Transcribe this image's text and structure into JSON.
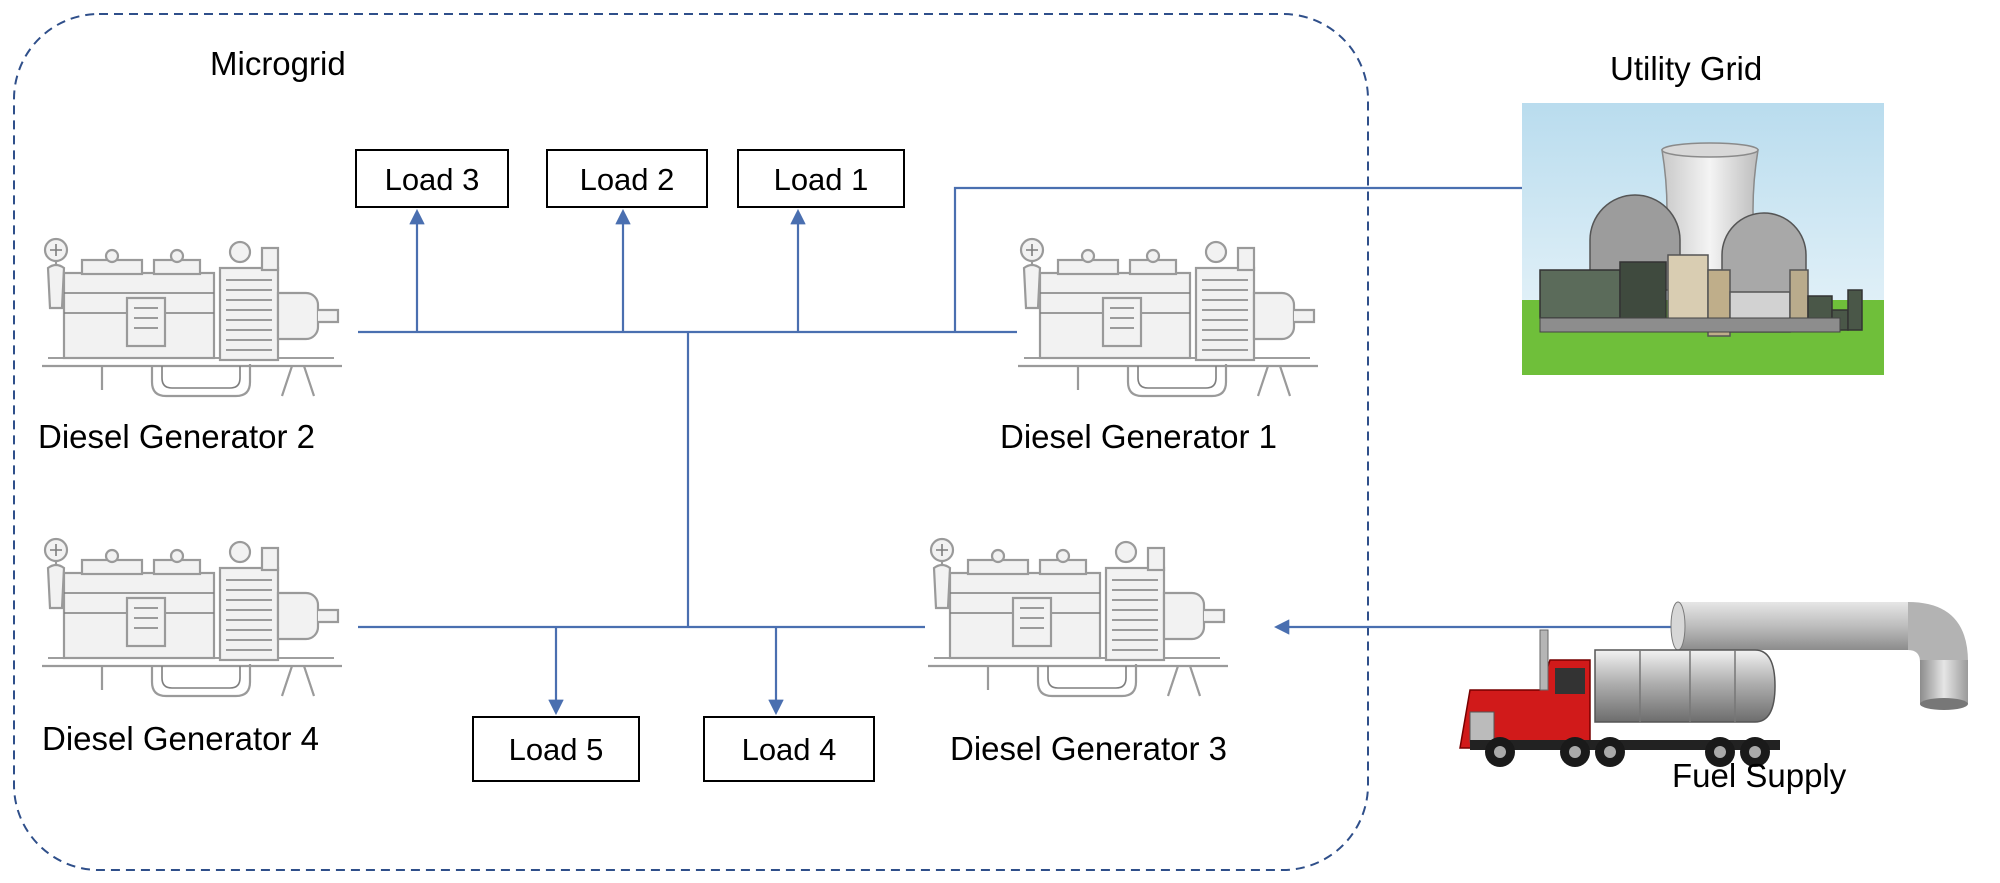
{
  "microgrid_label": "Microgrid",
  "utility_label": "Utility Grid",
  "fuel_label": "Fuel Supply",
  "generators": [
    {
      "id": "g1",
      "label": "Diesel Generator 1"
    },
    {
      "id": "g2",
      "label": "Diesel Generator 2"
    },
    {
      "id": "g3",
      "label": "Diesel Generator 3"
    },
    {
      "id": "g4",
      "label": "Diesel Generator 4"
    }
  ],
  "loads": [
    {
      "id": "l1",
      "label": "Load 1"
    },
    {
      "id": "l2",
      "label": "Load 2"
    },
    {
      "id": "l3",
      "label": "Load 3"
    },
    {
      "id": "l4",
      "label": "Load 4"
    },
    {
      "id": "l5",
      "label": "Load 5"
    }
  ],
  "colors": {
    "bus_line": "#4a6fb0",
    "boundary": "#2f4f8a",
    "machine_stroke": "#9a9a9a",
    "truck_red": "#d11a1a",
    "sky": "#cfe6f3",
    "grass": "#6fbf3a"
  }
}
